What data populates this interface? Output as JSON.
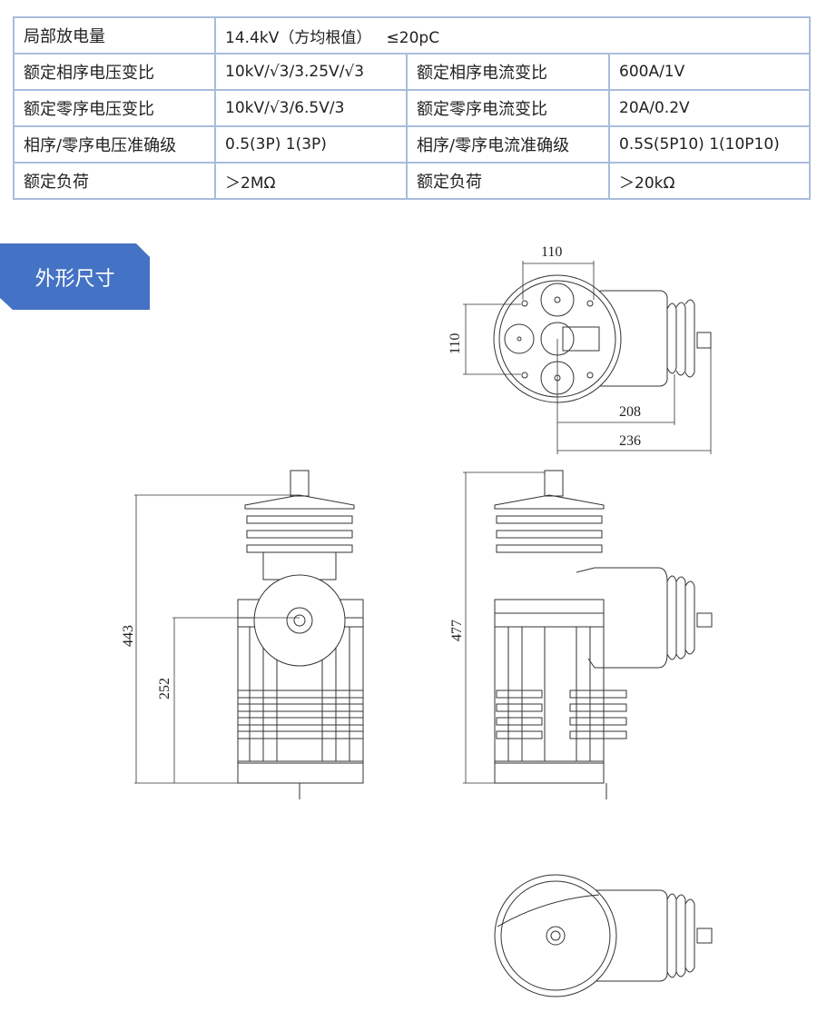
{
  "spec_table": {
    "rows": [
      {
        "label": "局部放电量",
        "value": "14.4kV（方均根值）",
        "value2": "≤20pC"
      },
      {
        "label": "额定相序电压变比",
        "value": "10kV/√3/3.25V/√3",
        "label2": "额定相序电流变比",
        "value2": "600A/1V"
      },
      {
        "label": "额定零序电压变比",
        "value": "10kV/√3/6.5V/3",
        "label2": "额定零序电流变比",
        "value2": "20A/0.2V"
      },
      {
        "label": "相序/零序电压准确级",
        "value": "0.5(3P) 1(3P)",
        "label2": "相序/零序电流准确级",
        "value2": "0.5S(5P10) 1(10P10)"
      },
      {
        "label": "额定负荷",
        "value": "＞2MΩ",
        "label2": "额定负荷",
        "value2": "＞20kΩ"
      }
    ]
  },
  "section": {
    "title": "外形尺寸"
  },
  "dimensions": {
    "top_width": "110",
    "top_height": "110",
    "top_208": "208",
    "top_236": "236",
    "front_height": "443",
    "front_center": "252",
    "side_height": "477"
  }
}
